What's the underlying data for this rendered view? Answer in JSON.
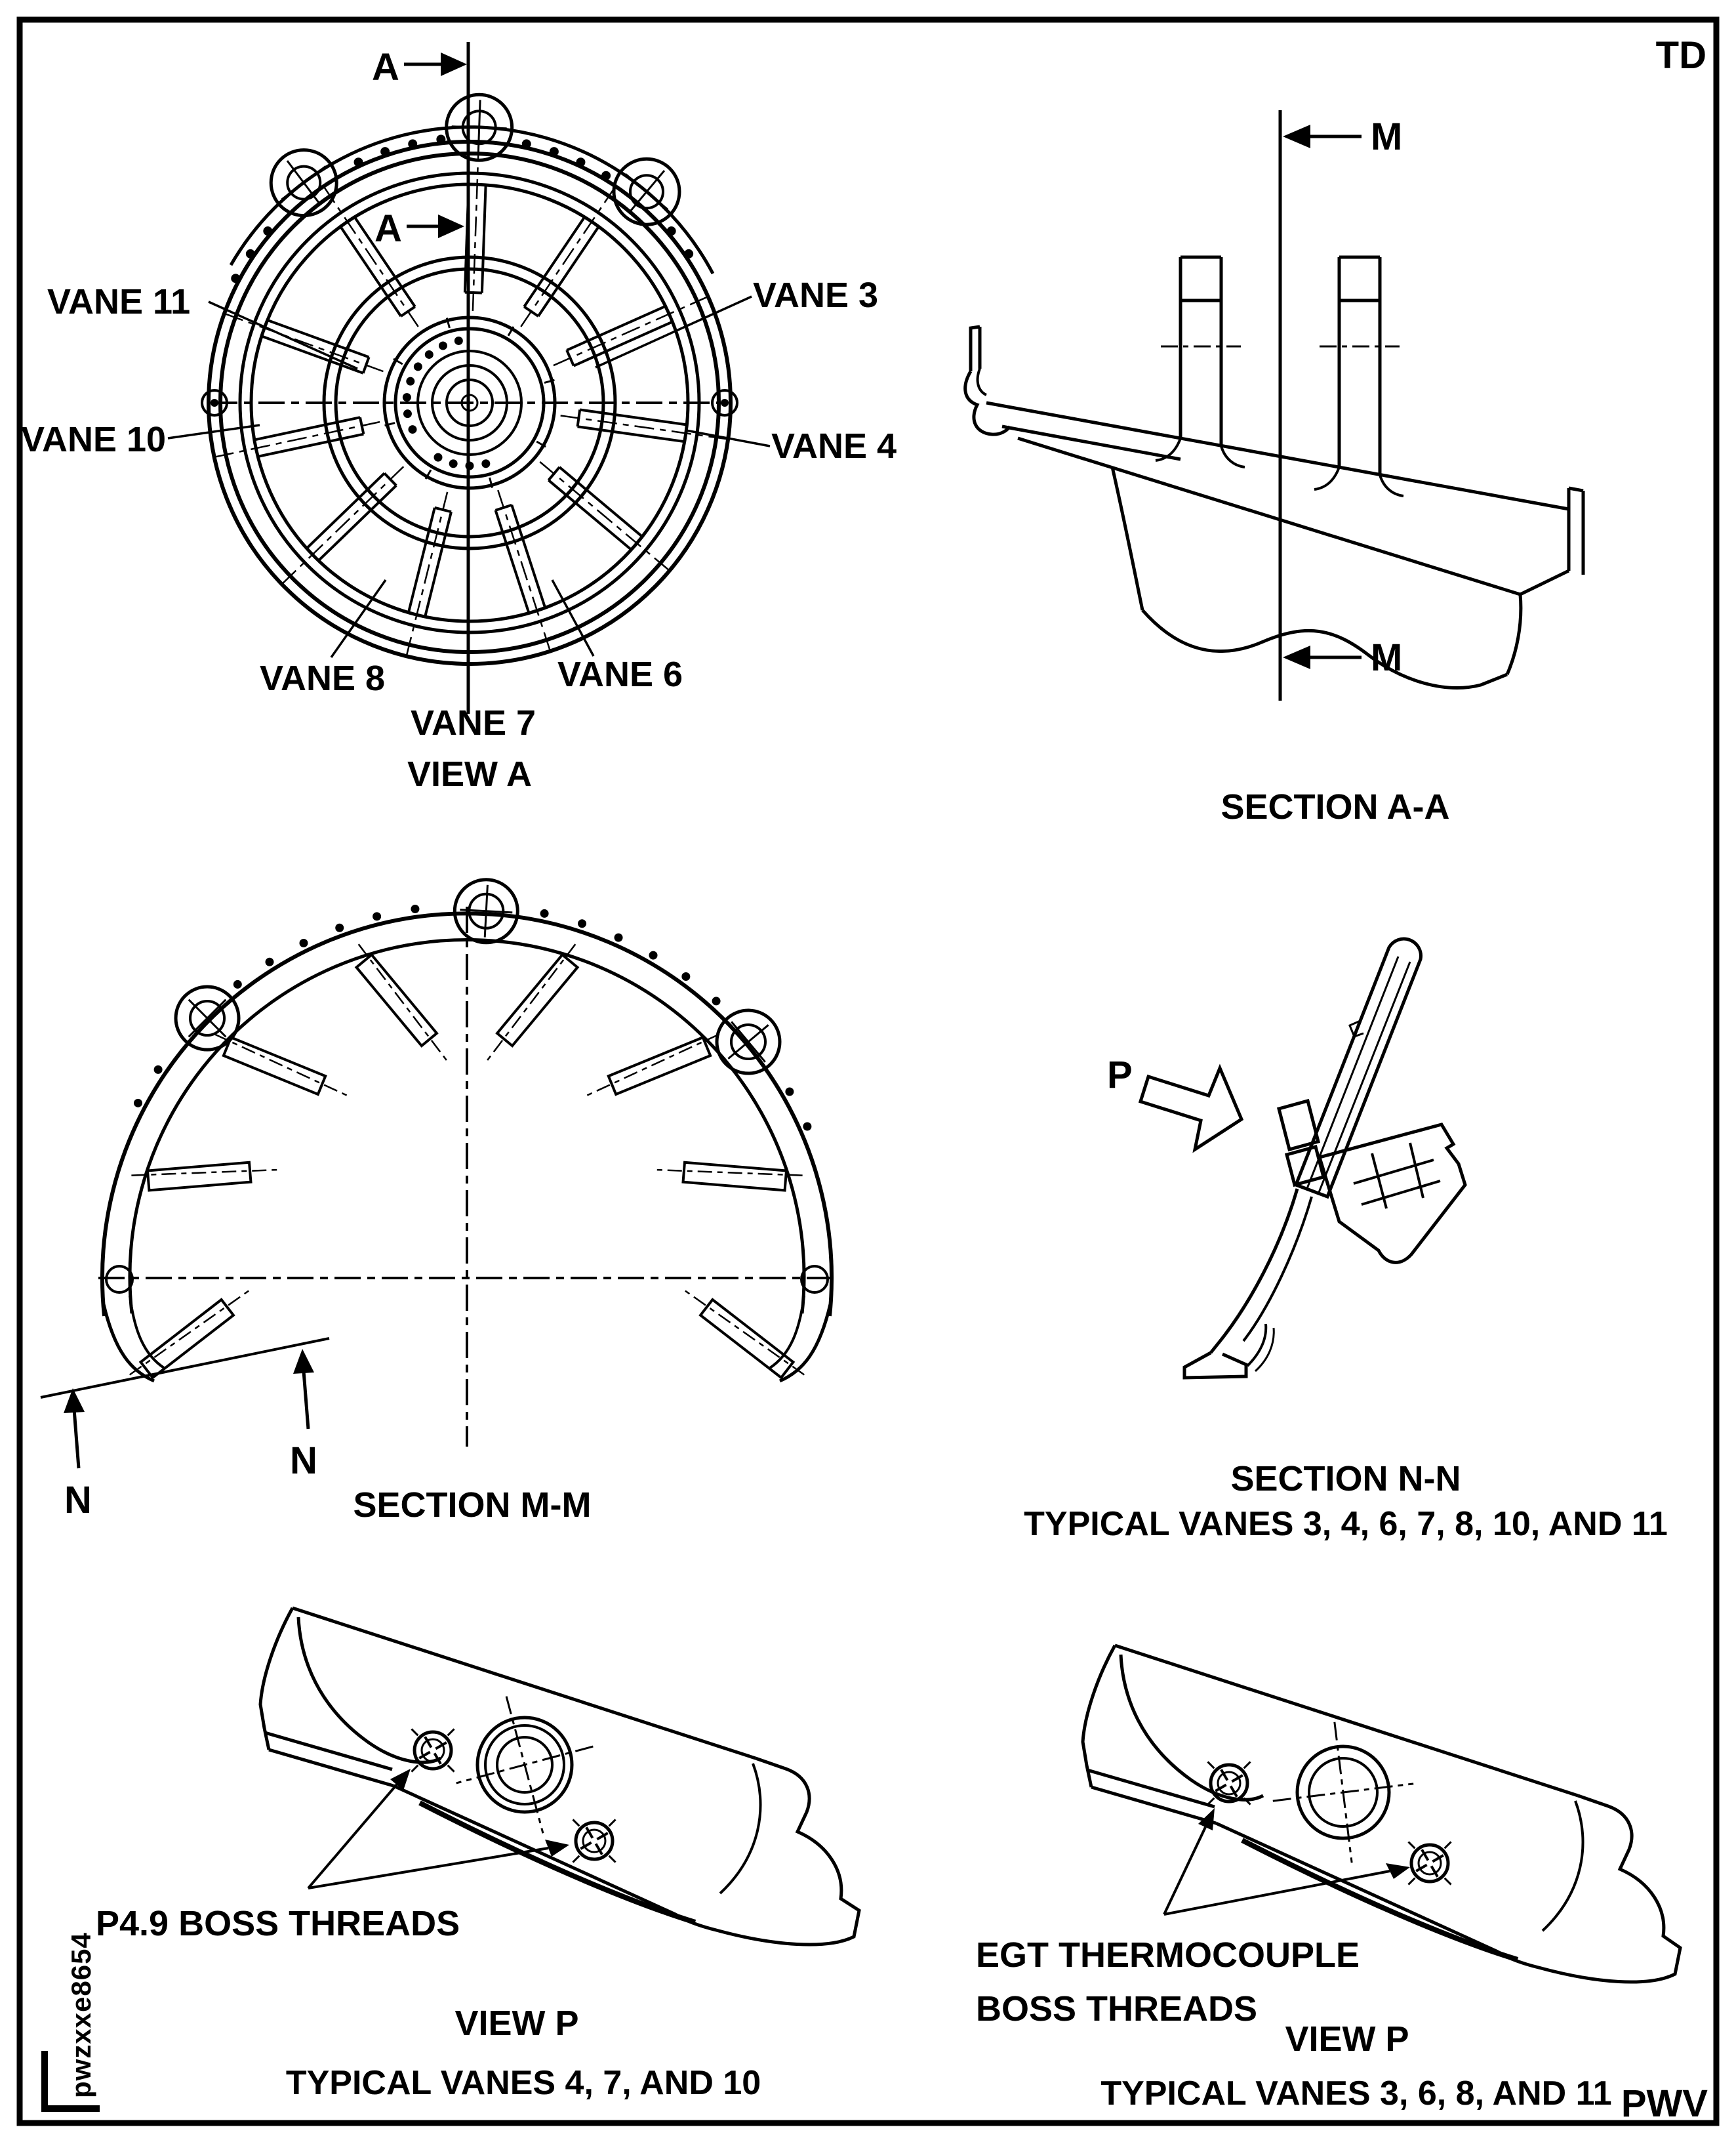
{
  "colors": {
    "ink": "#000000",
    "bg": "#ffffff"
  },
  "corner": {
    "top_right": "TD",
    "bottom_right": "PWV",
    "stamp_code": "pwzxxe8654"
  },
  "view_a": {
    "caption": "VIEW A",
    "cut_letter": "A",
    "vane_11": "VANE 11",
    "vane_3": "VANE 3",
    "vane_10": "VANE 10",
    "vane_4": "VANE 4",
    "vane_8": "VANE 8",
    "vane_6": "VANE 6",
    "vane_7": "VANE 7"
  },
  "section_aa": {
    "caption": "SECTION A-A",
    "cut_letter": "M"
  },
  "section_mm": {
    "caption": "SECTION M-M",
    "cut_letter": "N"
  },
  "section_nn": {
    "caption": "SECTION N-N",
    "subcaption": "TYPICAL VANES 3, 4, 6, 7, 8, 10, AND 11",
    "view_letter": "P"
  },
  "view_p_left": {
    "callout": "P4.9 BOSS THREADS",
    "caption": "VIEW P",
    "subcaption": "TYPICAL VANES 4, 7, AND 10"
  },
  "view_p_right": {
    "callout_line1": "EGT THERMOCOUPLE",
    "callout_line2": "BOSS THREADS",
    "caption": "VIEW P",
    "subcaption": "TYPICAL VANES 3, 6, 8, AND 11"
  }
}
